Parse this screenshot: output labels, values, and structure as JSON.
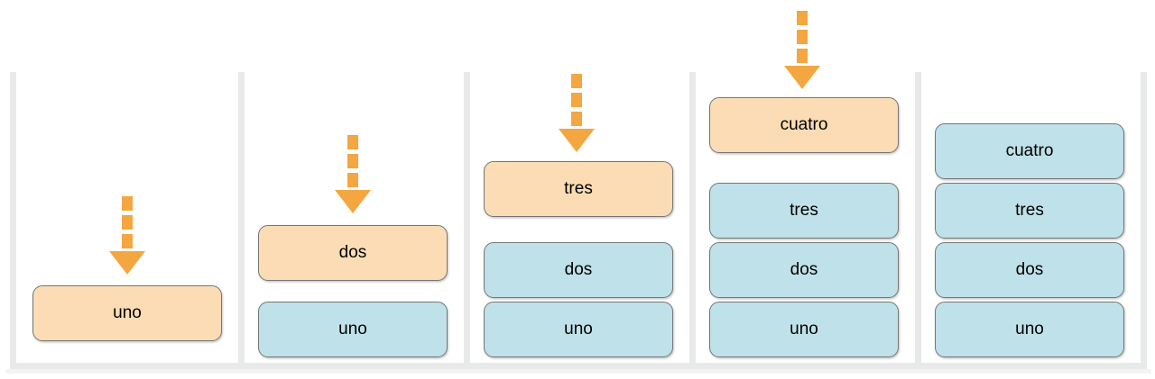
{
  "diagram_title": "",
  "colors": {
    "incoming_fill": "#FBDCB4",
    "settled_fill": "#BFE1E9",
    "arrow": "#F4A640",
    "box_border": "#767676",
    "frame": "#E8EAEA",
    "frame_light": "#F2F4F4"
  },
  "panels": [
    {
      "step": 1,
      "has_arrow": true,
      "incoming": "uno",
      "stack_bottom_to_top": []
    },
    {
      "step": 2,
      "has_arrow": true,
      "incoming": "dos",
      "stack_bottom_to_top": [
        "uno"
      ]
    },
    {
      "step": 3,
      "has_arrow": true,
      "incoming": "tres",
      "stack_bottom_to_top": [
        "uno",
        "dos"
      ]
    },
    {
      "step": 4,
      "has_arrow": true,
      "incoming": "cuatro",
      "stack_bottom_to_top": [
        "uno",
        "dos",
        "tres"
      ]
    },
    {
      "step": 5,
      "has_arrow": false,
      "incoming": null,
      "stack_bottom_to_top": [
        "uno",
        "dos",
        "tres",
        "cuatro"
      ]
    }
  ]
}
